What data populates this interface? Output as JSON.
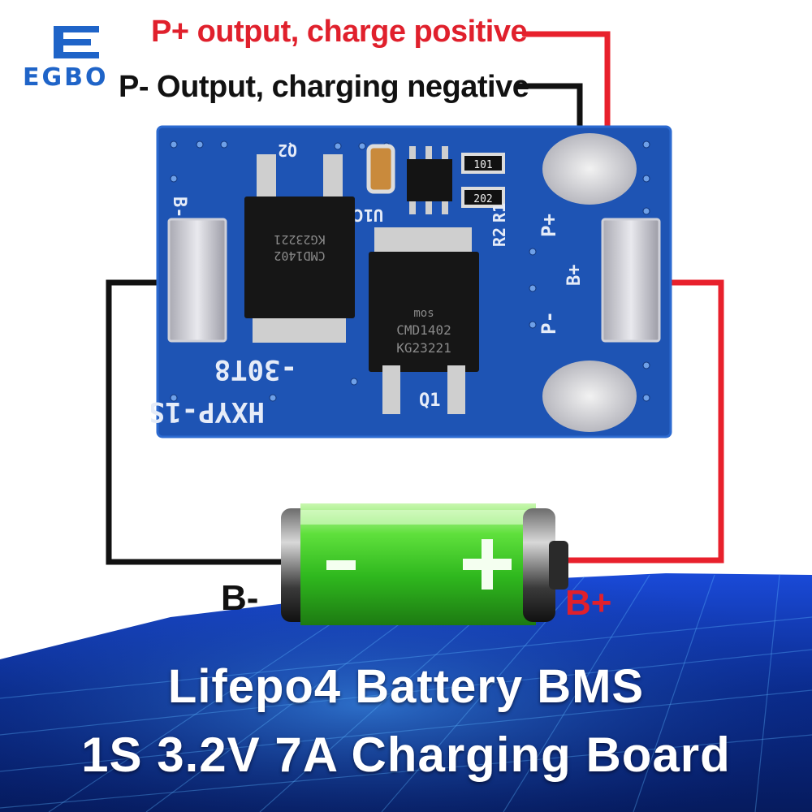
{
  "brand": {
    "logo_text": "EGBO"
  },
  "labels": {
    "p_plus": "P+ output, charge positive",
    "p_minus": "P- Output, charging negative",
    "b_minus": "B-",
    "b_plus": "B+"
  },
  "board": {
    "silk_model": "HXYP-1S",
    "silk_rev": "-30T8",
    "q1": "Q1",
    "q2": "Q2",
    "u1": "U1C",
    "r1": "R1",
    "r2": "R2",
    "r1_code": "101",
    "r2_code": "202",
    "pad_b_minus": "B-",
    "pad_p_plus": "P+",
    "pad_b_plus": "B+",
    "pad_p_minus": "P-",
    "mos_brand": "mos",
    "mos_part": "CMD1402",
    "mos_lot": "KG23221"
  },
  "battery": {
    "minus": "−",
    "plus": "+"
  },
  "headline": {
    "line1": "Lifepo4 Battery BMS",
    "line2": "1S 3.2V 7A Charging Board"
  },
  "colors": {
    "red_wire": "#e8202c",
    "black_wire": "#111111",
    "pcb": "#1e54b4",
    "battery_green": "#3fcf2a",
    "background_blue": "#0a2a8a"
  }
}
